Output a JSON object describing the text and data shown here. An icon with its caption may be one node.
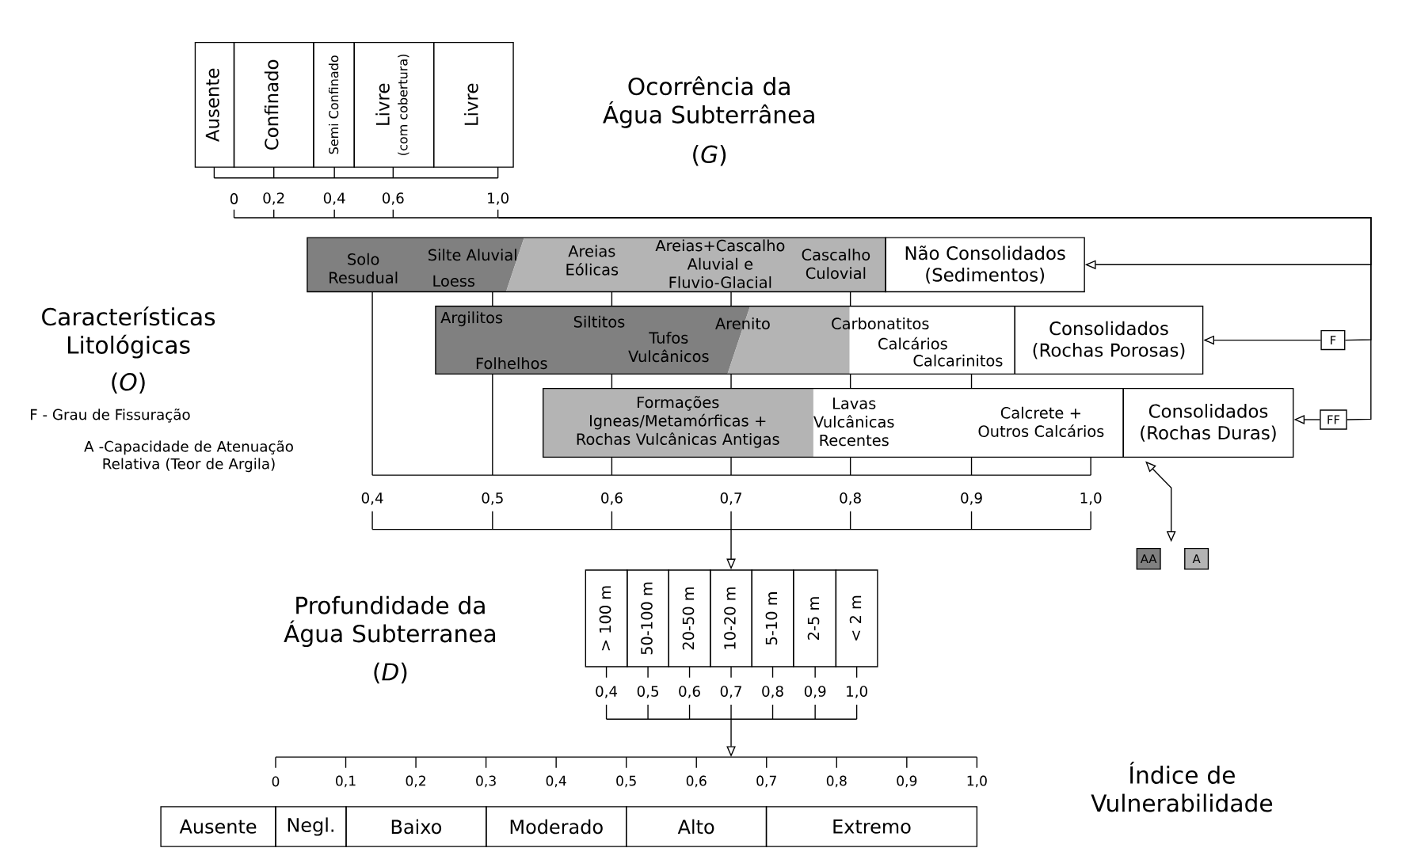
{
  "diagram": {
    "nodes": [
      {
        "text": [
          "Ausente"
        ]
      },
      {
        "text": [
          "Confinado"
        ]
      },
      {
        "text": [
          "Semi Confinado"
        ]
      },
      {
        "text": [
          "Livre",
          "(com cobertura)"
        ]
      },
      {
        "text": [
          "Livre"
        ]
      },
      {
        "text": [
          "Solo Resudual",
          "Silte Aluvial",
          "Loess",
          "Areias Eólicas",
          "Areias+Cascalho Aluvial e Fluvio-Glacial",
          "Cascalho Culovial"
        ]
      },
      {
        "text": [
          "Não Consolidados (Sedimentos)"
        ]
      },
      {
        "text": [
          "Argilitos",
          "Siltitos",
          "Tufos Vulcânicos",
          "Arenito",
          "Folhelhos",
          "Carbonatitos",
          "Calcários",
          "Calcarinitos"
        ]
      },
      {
        "text": [
          "Consolidados (Rochas Porosas)"
        ]
      },
      {
        "text": [
          "Formações Igneas/Metamórficas + Rochas Vulcânicas Antigas",
          "Lavas Vulcânicas Recentes",
          "Calcrete + Outros Calcários"
        ]
      },
      {
        "text": [
          "Consolidados (Rochas Duras)"
        ]
      },
      {
        "text": [
          "F"
        ]
      },
      {
        "text": [
          "FF"
        ]
      },
      {
        "text": [
          "> 100 m"
        ]
      },
      {
        "text": [
          "50-100 m"
        ]
      },
      {
        "text": [
          "20-50 m"
        ]
      },
      {
        "text": [
          "10-20 m"
        ]
      },
      {
        "text": [
          "5-10 m"
        ]
      },
      {
        "text": [
          "2-5 m"
        ]
      },
      {
        "text": [
          "< 2 m"
        ]
      },
      {
        "text": [
          "Ausente"
        ]
      },
      {
        "text": [
          "Negl."
        ]
      },
      {
        "text": [
          "Baixo"
        ]
      },
      {
        "text": [
          "Moderado"
        ]
      },
      {
        "text": [
          "Alto"
        ]
      },
      {
        "text": [
          "Extremo"
        ]
      },
      {
        "text": [],
        "shape": "bar"
      },
      {
        "text": [],
        "shape": "bar"
      },
      {
        "text": [],
        "shape": "bar"
      },
      {
        "text": [],
        "shape": "bar"
      }
    ],
    "edges": [
      {
        "from": 26,
        "to": 6,
        "arrow": "to"
      },
      {
        "from": 26,
        "to": 11,
        "arrow": "none"
      },
      {
        "from": 11,
        "to": 8,
        "arrow": "to"
      },
      {
        "from": 26,
        "to": 12,
        "arrow": "none"
      },
      {
        "from": 12,
        "to": 10,
        "arrow": "to"
      },
      {
        "from": 10,
        "to": null,
        "arrow": "both"
      },
      {
        "from": 27,
        "to": 16,
        "arrow": "to"
      },
      {
        "from": 28,
        "to": 29,
        "arrow": "to"
      }
    ],
    "labels": [
      "Ocorrência da Água Subterrânea",
      "(*G*)",
      "0",
      "0,2",
      "0,4",
      "0,6",
      "1,0",
      "Características Litológicas",
      "(*O*)",
      "F - Grau de Fissuração",
      "A -Capacidade de Atenuação Relativa (Teor de Argila)",
      "0,4",
      "0,5",
      "0,6",
      "0,7",
      "0,8",
      "0,9",
      "1,0",
      "Profundidade da Água Subterranea",
      "(*D*)",
      "0,4",
      "0,5",
      "0,6",
      "0,7",
      "0,8",
      "0,9",
      "1,0",
      "0",
      "0,1",
      "0,2",
      "0,3",
      "0,4",
      "0,5",
      "0,6",
      "0,7",
      "0,8",
      "0,9",
      "1,0",
      "Índice de Vulnerabilidade"
    ],
    "legend": [
      {
        "text": "AA",
        "color": "#808080"
      },
      {
        "text": "A",
        "color": "#b4b4b4"
      }
    ]
  }
}
